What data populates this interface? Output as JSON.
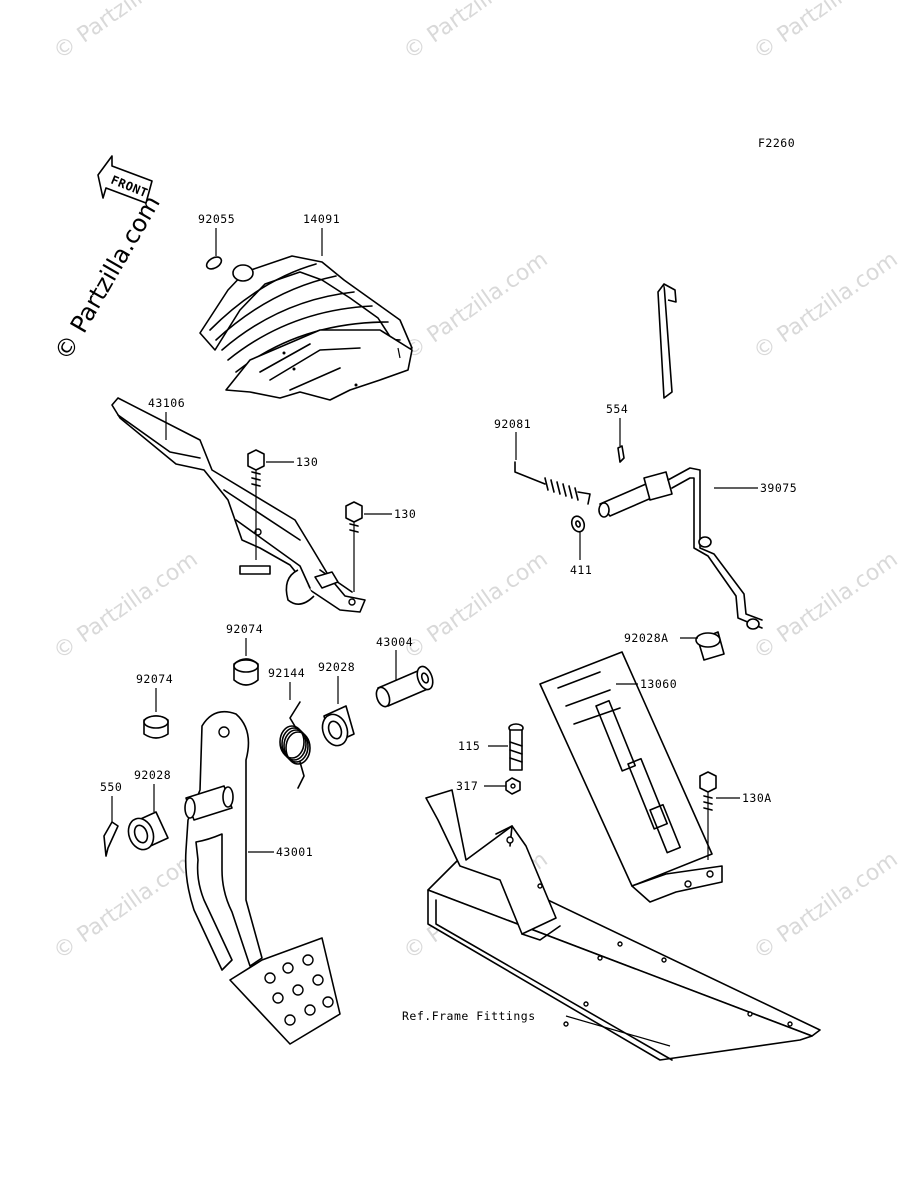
{
  "diagram_code": "F2260",
  "front_badge": "FRONT",
  "watermark": "© Partzilla.com",
  "reference_note": "Ref.Frame Fittings",
  "parts": {
    "p92055": "92055",
    "p14091": "14091",
    "p43106": "43106",
    "p130a": "130",
    "p130b": "130",
    "p92081": "92081",
    "p554": "554",
    "p39075": "39075",
    "p411": "411",
    "p92074a": "92074",
    "p92074b": "92074",
    "p92144": "92144",
    "p92028a": "92028",
    "p43004": "43004",
    "p92028b": "92028",
    "p550": "550",
    "p43001": "43001",
    "p92028A": "92028A",
    "p13060": "13060",
    "p115": "115",
    "p317": "317",
    "p130A": "130A"
  }
}
